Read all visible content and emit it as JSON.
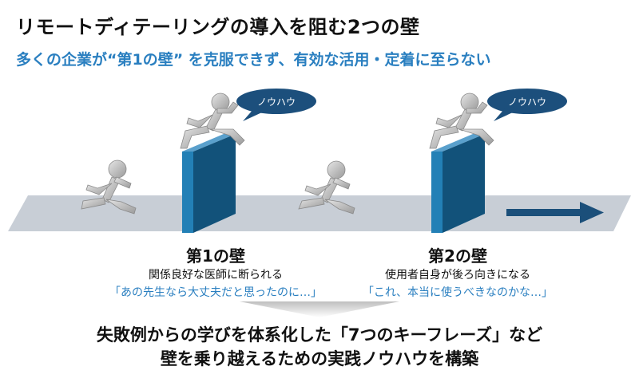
{
  "title": "リモートディテーリングの導入を阻む2つの壁",
  "subtitle": "多くの企業が“第1の壁” を克服できず、有効な活用・定着に至らない",
  "bubbles": [
    {
      "text": "ノウハウ"
    },
    {
      "text": "ノウハウ"
    }
  ],
  "walls": [
    {
      "label": "第1の壁",
      "description": "関係良好な医師に断られる",
      "quote": "「あの先生なら大丈夫だと思ったのに…」"
    },
    {
      "label": "第2の壁",
      "description": "使用者自身が後ろ向きになる",
      "quote": "「これ、本当に使うべきなのかな…」"
    }
  ],
  "conclusion": {
    "line1": "失敗例からの学びを体系化した「7つのキーフレーズ」など",
    "line2": "壁を乗り越えるための実践ノウハウを構築"
  },
  "colors": {
    "accent": "#2a7fc0",
    "wall_front": "#1f6e9e",
    "wall_side": "#12527a",
    "track": "#c8ced6",
    "arrow": "#1b4f7a",
    "bubble": "#1c4f7c",
    "figure": "#bdbdbd"
  }
}
